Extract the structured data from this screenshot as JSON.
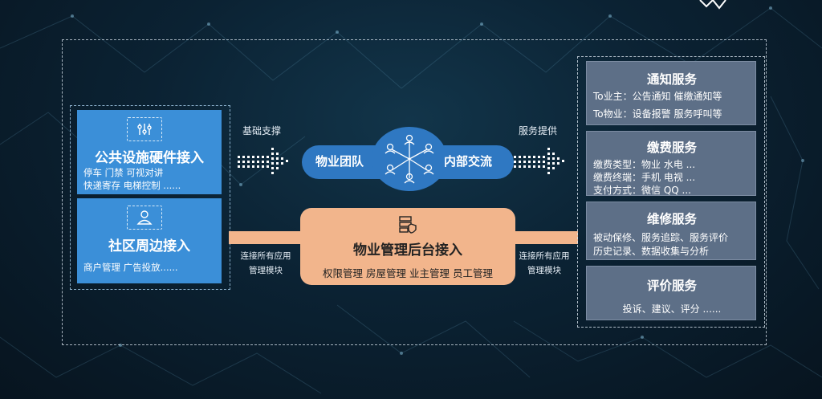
{
  "left": {
    "public_facilities": {
      "title": "公共设施硬件接入",
      "line1": "停车 门禁 可视对讲",
      "line2": "快递寄存 电梯控制 ......"
    },
    "community": {
      "title": "社区周边接入",
      "line1": "商户管理 广告投放......"
    }
  },
  "arrows": {
    "left_label": "基础支撑",
    "right_label": "服务提供"
  },
  "team": {
    "left_text": "物业团队",
    "right_text": "内部交流"
  },
  "backend": {
    "title": "物业管理后台接入",
    "subtitle": "权限管理 房屋管理 业主管理 员工管理",
    "connector_left_line1": "连接所有应用",
    "connector_left_line2": "管理模块",
    "connector_right_line1": "连接所有应用",
    "connector_right_line2": "管理模块"
  },
  "services": {
    "notify": {
      "title": "通知服务",
      "line1": "To业主：公告通知 催缴通知等",
      "line2": "To物业：设备报警 服务呼叫等"
    },
    "payment": {
      "title": "缴费服务",
      "line1": "缴费类型：物业  水电 ...",
      "line2": "缴费终端：手机  电视 ...",
      "line3": "支付方式：微信  QQ  ..."
    },
    "repair": {
      "title": "维修服务",
      "line1": "被动保修、服务追踪、服务评价",
      "line2": "历史记录、数据收集与分析"
    },
    "review": {
      "title": "评价服务",
      "line1": "投诉、建议、评分 ......"
    }
  },
  "colors": {
    "blue_box": "#3b8fd8",
    "team_blue": "#2f78c2",
    "orange": "#f2b58c",
    "service_slate": "#5d6f87"
  }
}
